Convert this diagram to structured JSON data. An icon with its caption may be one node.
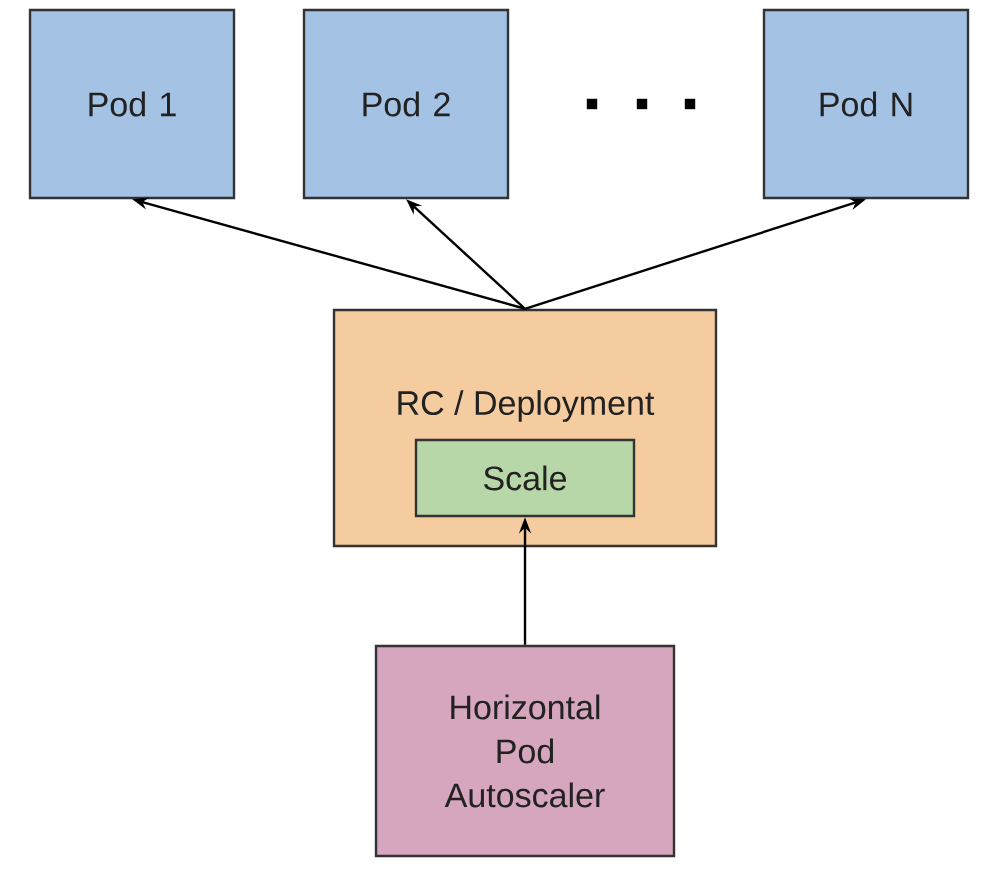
{
  "diagram": {
    "nodes": [
      {
        "text": [
          "Pod 1"
        ]
      },
      {
        "text": [
          "Pod 2"
        ]
      },
      {
        "text": [
          "Pod N"
        ]
      },
      {
        "text": [
          "RC / Deployment"
        ]
      },
      {
        "text": [
          "Scale"
        ],
        "in": 3
      },
      {
        "text": [
          "Horizontal Pod Autoscaler"
        ]
      }
    ],
    "edges": [
      {
        "from": 3,
        "to": 0,
        "arrow": "to"
      },
      {
        "from": 3,
        "to": 1,
        "arrow": "to"
      },
      {
        "from": 3,
        "to": 2,
        "arrow": "to"
      },
      {
        "from": 5,
        "to": 4,
        "arrow": "to"
      }
    ]
  }
}
